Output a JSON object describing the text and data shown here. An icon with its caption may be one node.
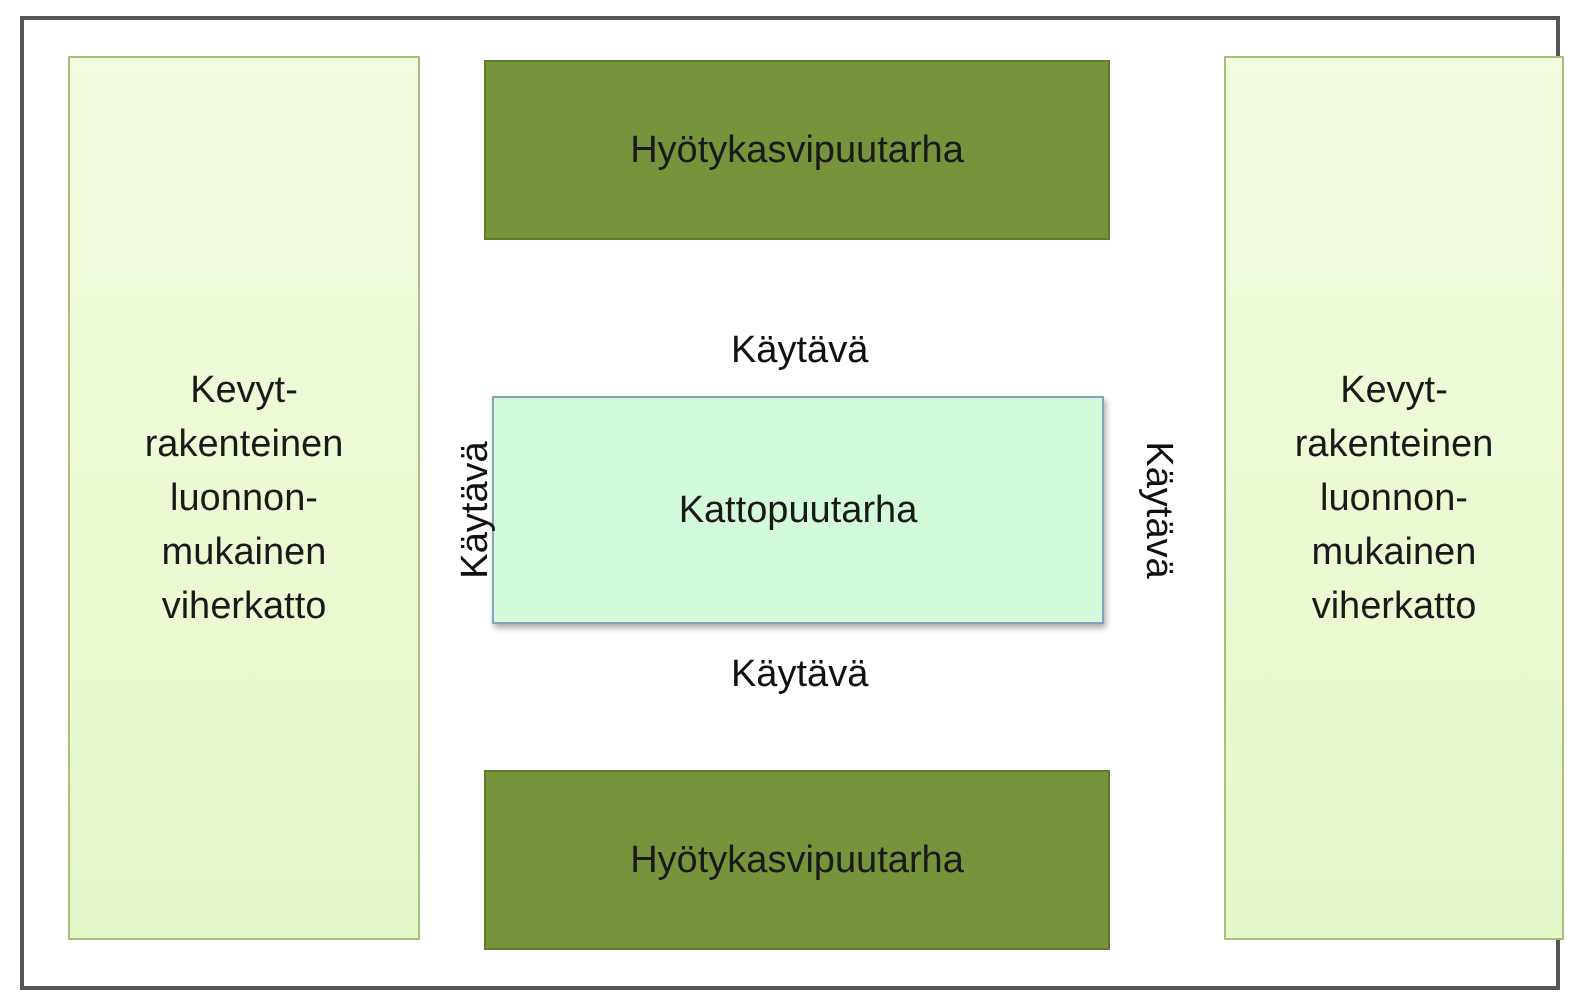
{
  "diagram": {
    "nodes": [
      {
        "text": [
          "Kevyt- rakenteinen luonnon- mukainen viherkatto"
        ]
      },
      {
        "text": [
          "Hyötykasvipuutarha"
        ]
      },
      {
        "text": [
          "Kattopuutarha"
        ]
      },
      {
        "text": [
          "Hyötykasvipuutarha"
        ]
      },
      {
        "text": [
          "Kevyt- rakenteinen luonnon- mukainen viherkatto"
        ]
      }
    ],
    "labels": [
      "Käytävä",
      "Käytävä",
      "Käytävä",
      "Käytävä"
    ]
  }
}
